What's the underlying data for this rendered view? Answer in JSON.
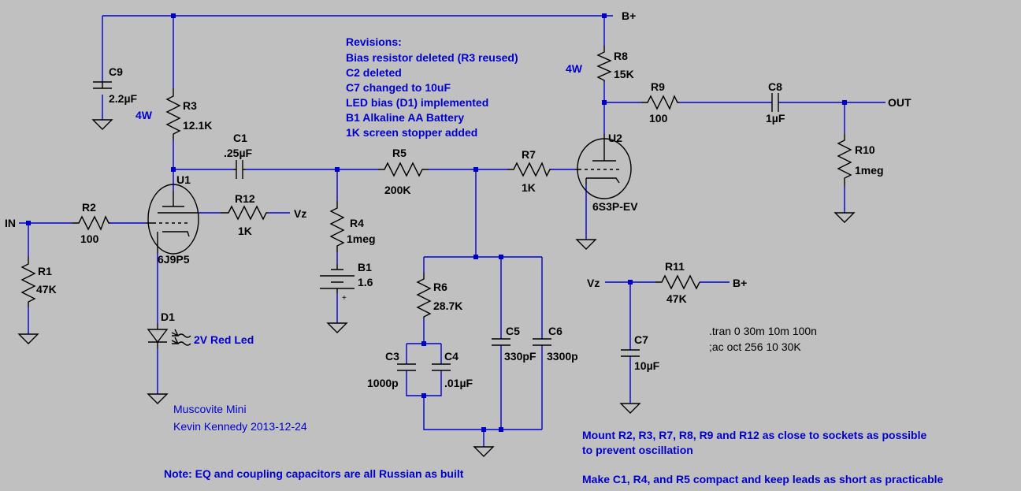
{
  "colors": {
    "background": "#c0c0c0",
    "wire": "#0000cd",
    "component": "#000000",
    "text": "#000000",
    "comment": "#0000cd"
  },
  "nets": {
    "bplus_top": "B+",
    "in": "IN",
    "vz_u1": "Vz",
    "out": "OUT",
    "vz_r11": "Vz",
    "bplus_r11": "B+"
  },
  "components": {
    "c9": {
      "ref": "C9",
      "value": "2.2µF"
    },
    "r3": {
      "ref": "R3",
      "value": "12.1K",
      "power": "4W"
    },
    "c1": {
      "ref": "C1",
      "value": ".25µF"
    },
    "u1": {
      "ref": "U1",
      "value": "6J9P5"
    },
    "r2": {
      "ref": "R2",
      "value": "100"
    },
    "r12": {
      "ref": "R12",
      "value": "1K"
    },
    "r1": {
      "ref": "R1",
      "value": "47K"
    },
    "d1": {
      "ref": "D1",
      "value": "2V Red Led"
    },
    "r4": {
      "ref": "R4",
      "value": "1meg"
    },
    "b1": {
      "ref": "B1",
      "value": "1.6",
      "polarity": "+"
    },
    "r5": {
      "ref": "R5",
      "value": "200K"
    },
    "r6": {
      "ref": "R6",
      "value": "28.7K"
    },
    "c3": {
      "ref": "C3",
      "value": "1000p"
    },
    "c4": {
      "ref": "C4",
      "value": ".01µF"
    },
    "c5": {
      "ref": "C5",
      "value": "330pF"
    },
    "c6": {
      "ref": "C6",
      "value": "3300p"
    },
    "r7": {
      "ref": "R7",
      "value": "1K"
    },
    "u2": {
      "ref": "U2",
      "value": "6S3P-EV"
    },
    "r8": {
      "ref": "R8",
      "value": "15K",
      "power": "4W"
    },
    "r9": {
      "ref": "R9",
      "value": "100"
    },
    "c8": {
      "ref": "C8",
      "value": "1µF"
    },
    "r10": {
      "ref": "R10",
      "value": "1meg"
    },
    "r11": {
      "ref": "R11",
      "value": "47K"
    },
    "c7": {
      "ref": "C7",
      "value": "10µF"
    }
  },
  "revisions": {
    "title": "Revisions:",
    "lines": [
      "Bias resistor deleted (R3 reused)",
      "C2 deleted",
      "C7 changed to 10uF",
      "LED bias (D1) implemented",
      "B1 Alkaline AA Battery",
      "1K screen stopper added"
    ]
  },
  "directives": [
    ".tran 0 30m 10m 100n",
    ";ac oct 256 10 30K"
  ],
  "credits": [
    "Muscovite Mini",
    "Kevin Kennedy 2013-12-24"
  ],
  "notes": {
    "coupling": "Note: EQ and coupling capacitors are all Russian as built",
    "mount": [
      "Mount R2, R3, R7, R8, R9 and R12 as close to sockets as possible",
      "to prevent oscillation"
    ],
    "compact": "Make C1, R4, and R5 compact and keep leads as short as practicable"
  }
}
